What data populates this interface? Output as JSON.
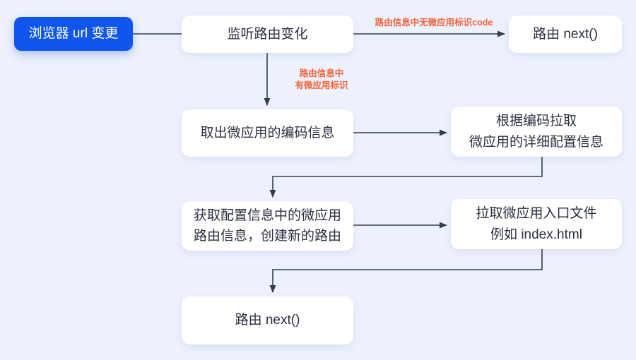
{
  "diagram": {
    "title": "",
    "background_color": "#edf1fc",
    "node_fill": "#ffffff",
    "node_text_color": "#2a3040",
    "accent_color": "#1156ec",
    "label_color": "#f4633a",
    "edge_color": "#333b4d",
    "nodes": [
      {
        "id": "start",
        "label": "浏览器 url 变更",
        "type": "start"
      },
      {
        "id": "listen",
        "label": "监听路由变化",
        "type": "process"
      },
      {
        "id": "next_top",
        "label": "路由 next()",
        "type": "process"
      },
      {
        "id": "extract",
        "label": "取出微应用的编码信息",
        "type": "process"
      },
      {
        "id": "fetch_cfg",
        "label": "根据编码拉取\n微应用的详细配置信息",
        "type": "process"
      },
      {
        "id": "create_route",
        "label": "获取配置信息中的微应用\n路由信息，创建新的路由",
        "type": "process"
      },
      {
        "id": "entry_file",
        "label": "拉取微应用入口文件\n例如 index.html",
        "type": "process"
      },
      {
        "id": "next_bottom",
        "label": "路由 next()",
        "type": "process"
      }
    ],
    "edge_labels": [
      {
        "id": "no_code",
        "text": "路由信息中无微应用标识code"
      },
      {
        "id": "has_code",
        "text": "路由信息中\n有微应用标识"
      }
    ],
    "edges": [
      {
        "from": "start",
        "to": "listen",
        "label": ""
      },
      {
        "from": "listen",
        "to": "next_top",
        "label": "路由信息中无微应用标识code"
      },
      {
        "from": "listen",
        "to": "extract",
        "label": "路由信息中\n有微应用标识"
      },
      {
        "from": "extract",
        "to": "fetch_cfg",
        "label": ""
      },
      {
        "from": "fetch_cfg",
        "to": "create_route",
        "label": ""
      },
      {
        "from": "create_route",
        "to": "entry_file",
        "label": ""
      },
      {
        "from": "entry_file",
        "to": "next_bottom",
        "label": ""
      }
    ]
  }
}
